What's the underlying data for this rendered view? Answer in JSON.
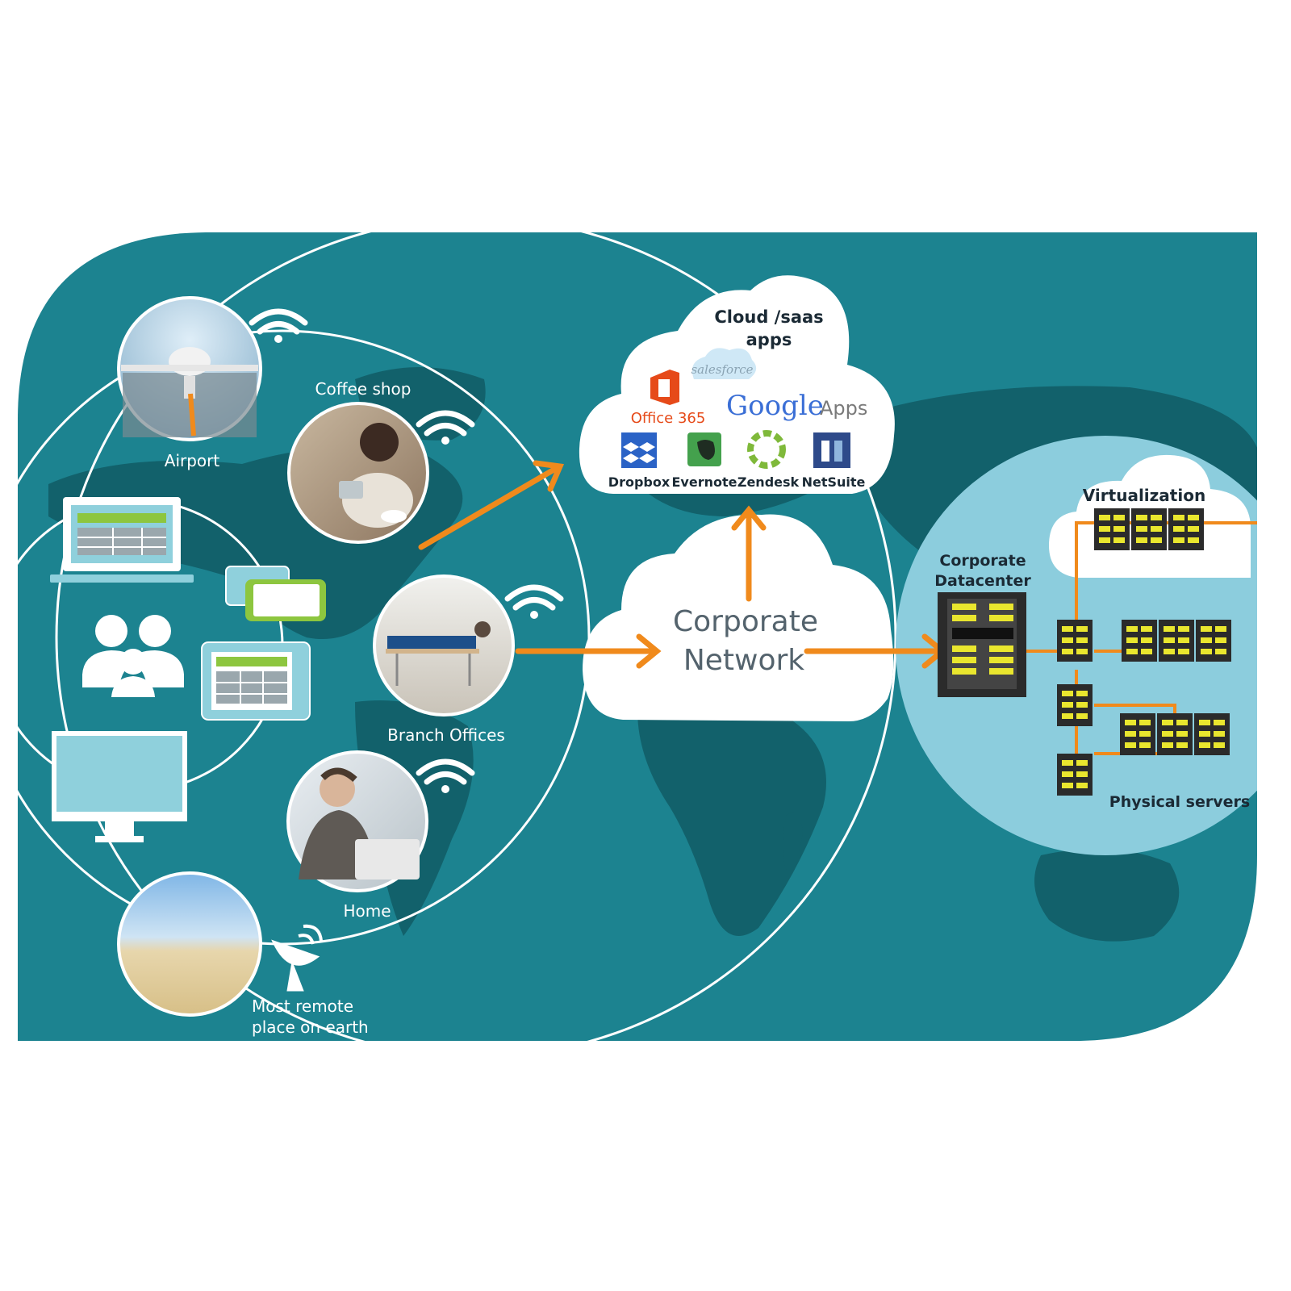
{
  "colors": {
    "panel": "#1c8390",
    "continent": "#12616b",
    "ring": "#ffffff",
    "arrow": "#f08a1c",
    "datacenter": "#8ccddd",
    "cloud": "#ffffff",
    "server": "#2b2b2b",
    "server_slot": "#e9e62e",
    "device_screen": "#8fd0dc",
    "device_green": "#8dc63f"
  },
  "locations": {
    "airport": "Airport",
    "coffee_shop": "Coffee shop",
    "branch_offices": "Branch Offices",
    "home": "Home",
    "remote_line1": "Most remote",
    "remote_line2": "place on earth"
  },
  "cloud_saas": {
    "title_line1": "Cloud /saas",
    "title_line2": "apps",
    "salesforce": "salesforce",
    "office": "Office 365",
    "google": "Google",
    "google_apps": "Apps",
    "dropbox": "Dropbox",
    "evernote": "Evernote",
    "zendesk": "Zendesk",
    "netsuite": "NetSuite"
  },
  "corporate_network": {
    "line1": "Corporate",
    "line2": "Network"
  },
  "datacenter": {
    "title_line1": "Corporate",
    "title_line2": "Datacenter",
    "virtualization": "Virtualization",
    "physical_servers": "Physical servers"
  }
}
